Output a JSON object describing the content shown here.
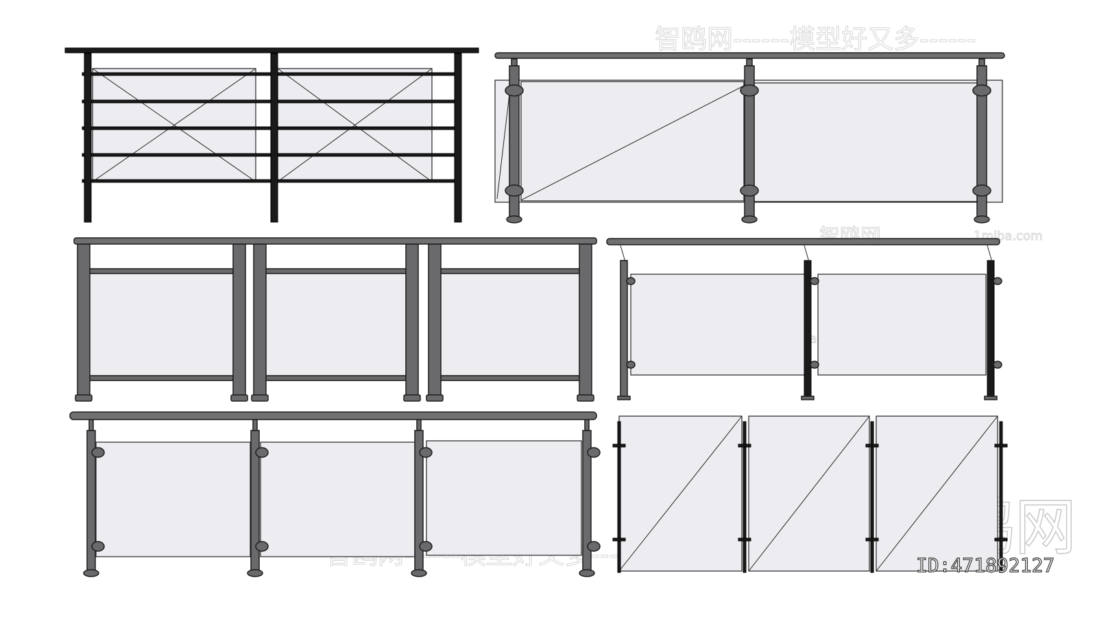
{
  "image": {
    "subject": "glass-railing-models",
    "colors": {
      "metal": "#6a6a6c",
      "glass": "#ededf1",
      "black_metal": "#1a1a1a",
      "background": "#ffffff"
    }
  },
  "watermarks": {
    "brand": "智鸥网",
    "slogan": "智鸥网------模型好又多------",
    "site": "1miba.com"
  },
  "model_id": "ID:471892127"
}
